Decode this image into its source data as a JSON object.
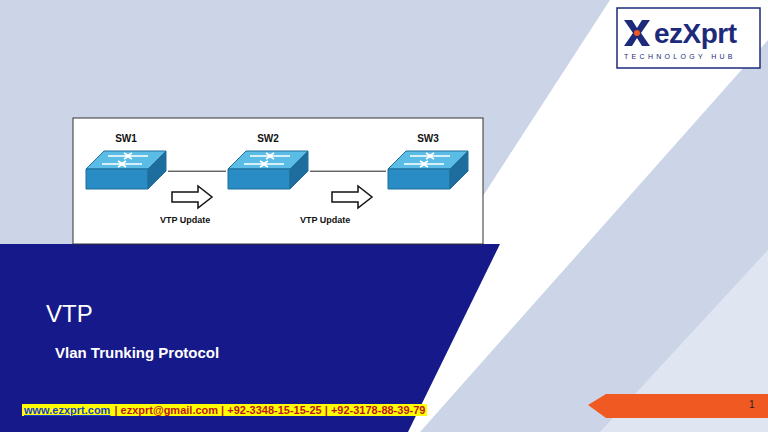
{
  "diagram": {
    "title": "VTP",
    "nodes": [
      {
        "text": [
          "SW1"
        ]
      },
      {
        "text": [
          "SW2"
        ]
      },
      {
        "text": [
          "SW3"
        ]
      }
    ],
    "edges": [
      {
        "from": 0,
        "to": 1,
        "arrow": "none"
      },
      {
        "from": 1,
        "to": 2,
        "arrow": "none"
      }
    ],
    "labels": [
      "Vlan Trunking Protocol",
      "VTP Update",
      "VTP Update",
      "ezXprt",
      "TECHNOLOGY HUB",
      "www.ezxprt.com",
      "| ezxprt@gmail.com | +92-3348-15-15-25 | +92-3178-88-39-79",
      "1"
    ]
  }
}
